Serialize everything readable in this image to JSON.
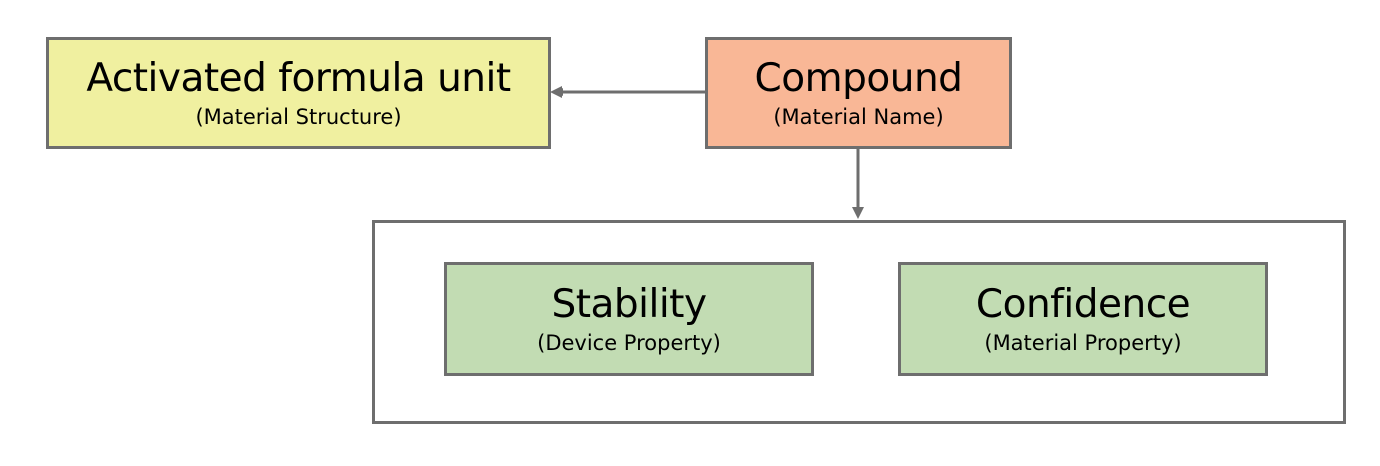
{
  "nodes": {
    "activated": {
      "title": "Activated formula unit",
      "subtitle": "(Material Structure)"
    },
    "compound": {
      "title": "Compound",
      "subtitle": "(Material Name)"
    },
    "stability": {
      "title": "Stability",
      "subtitle": "(Device Property)"
    },
    "confidence": {
      "title": "Confidence",
      "subtitle": "(Material Property)"
    }
  },
  "colors": {
    "activated": "#f0f0a0",
    "compound": "#f9b796",
    "property": "#c2dcb3",
    "border": "#6e6e6e"
  },
  "edges": [
    {
      "from": "compound",
      "to": "activated"
    },
    {
      "from": "compound",
      "to": "properties-group"
    }
  ]
}
